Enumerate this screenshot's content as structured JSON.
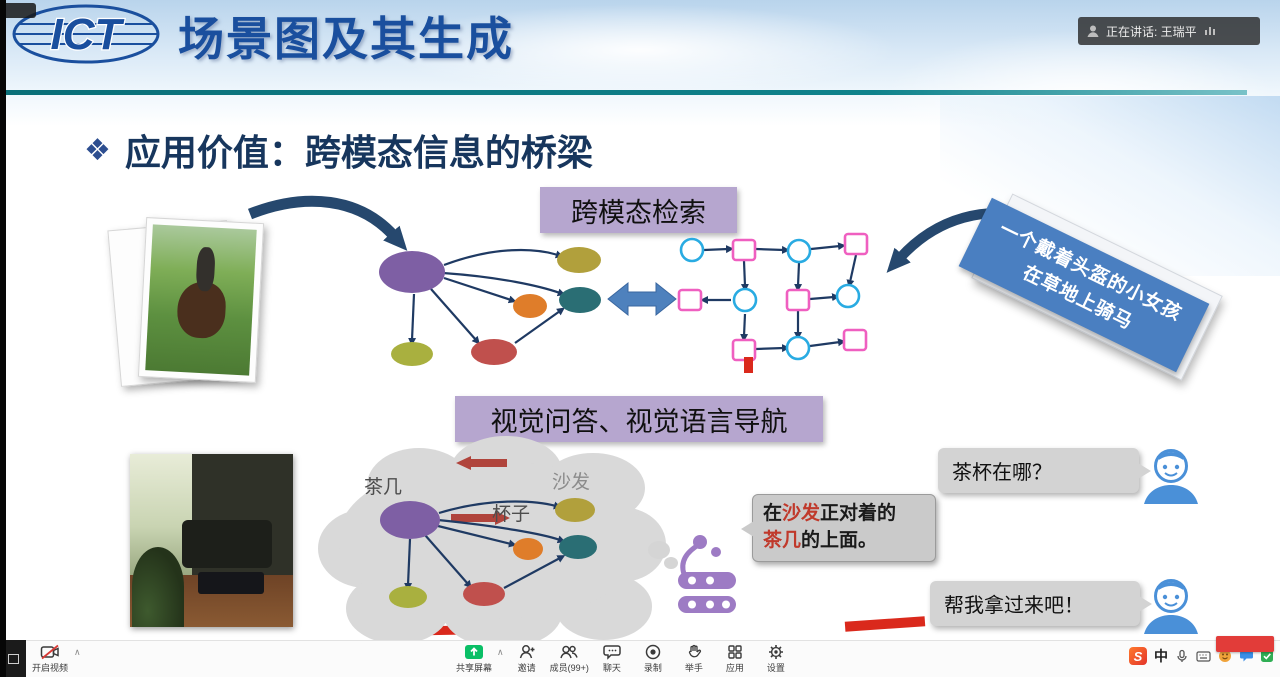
{
  "meeting": {
    "speaker_bar": "正在讲话: 王瑞平",
    "toolbar": {
      "start_video": "开启视频",
      "share_screen": "共享屏幕",
      "invite": "邀请",
      "members": "成员(99+)",
      "chat": "聊天",
      "record": "录制",
      "raise_hand": "举手",
      "apps": "应用",
      "settings": "设置"
    },
    "ime": {
      "sogou": "S",
      "mode": "中"
    }
  },
  "slide": {
    "logo": "ICT",
    "title": "场景图及其生成",
    "bullet": "❖",
    "heading": "应用价值：跨模态信息的桥梁",
    "labels": {
      "retrieval": "跨模态检索",
      "vqa_nav": "视觉问答、视觉语言导航"
    },
    "banner": {
      "line1": "一个戴着头盔的小女孩",
      "line2": "在草地上骑马"
    },
    "cloud": {
      "tea_table": "茶几",
      "sofa": "沙发",
      "cup": "杯子"
    },
    "answer": {
      "segments": [
        {
          "text": "在",
          "color": "#1a1a1a"
        },
        {
          "text": "沙发",
          "color": "#c0392b"
        },
        {
          "text": "正对着的",
          "color": "#1a1a1a"
        },
        {
          "text": "茶几",
          "color": "#c0392b"
        },
        {
          "text": "的上面。",
          "color": "#1a1a1a"
        }
      ]
    },
    "questions": {
      "q1": "茶杯在哪？",
      "q2": "帮我拿过来吧！"
    }
  },
  "colors": {
    "title_blue": "#1a4f9e",
    "heading_navy": "#17365d",
    "divider_teal": "#0b7f86",
    "label_bg": "#b6a6cf",
    "arrow_navy": "#26486e",
    "edge_navy": "#1f3a63",
    "node_purple": "#7e5fa4",
    "node_olive": "#b1a03c",
    "node_orange": "#df7d2a",
    "node_teal": "#2a6e74",
    "node_red": "#c0504d",
    "node_green": "#a9b03f",
    "double_arrow_blue": "#4e81bd",
    "square_pink": "#ef5fc0",
    "circle_blue": "#29abe2",
    "banner_blue": "#4a7fc1",
    "red_mark": "#da291c",
    "dark_red_arrow": "#b0443c",
    "person_blue": "#4a90d8",
    "robot_purple": "#9d7bc4",
    "share_green": "#0abf66"
  }
}
